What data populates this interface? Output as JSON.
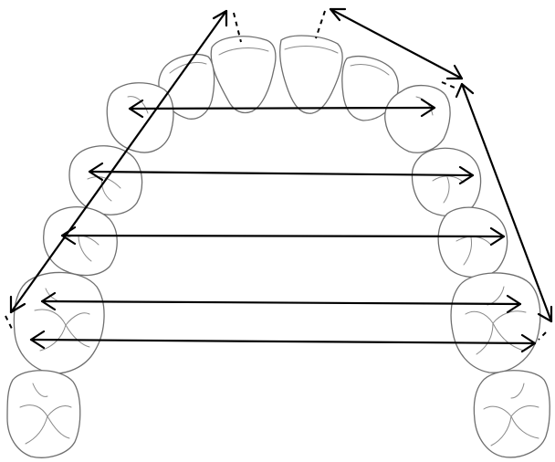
{
  "diagram": {
    "subject": "maxillary-dental-arch",
    "colors": {
      "background": "#ffffff",
      "outline": "#6f6f6f",
      "arrow": "#000000"
    },
    "teeth": [
      "right-central-incisor",
      "left-central-incisor",
      "right-lateral-incisor",
      "left-lateral-incisor",
      "right-canine",
      "left-canine",
      "right-first-premolar",
      "left-first-premolar",
      "right-second-premolar",
      "left-second-premolar",
      "right-first-molar",
      "left-first-molar",
      "right-second-molar",
      "left-second-molar"
    ],
    "transverse_measurements": [
      "inter-canine-width",
      "inter-first-premolar-width",
      "inter-second-premolar-width",
      "inter-first-molar-width-mesial",
      "inter-first-molar-width-distal"
    ],
    "arch_measurements": [
      "left-segment-molar-to-incisor",
      "right-segment-incisor-to-canine",
      "right-segment-canine-to-molar"
    ]
  }
}
